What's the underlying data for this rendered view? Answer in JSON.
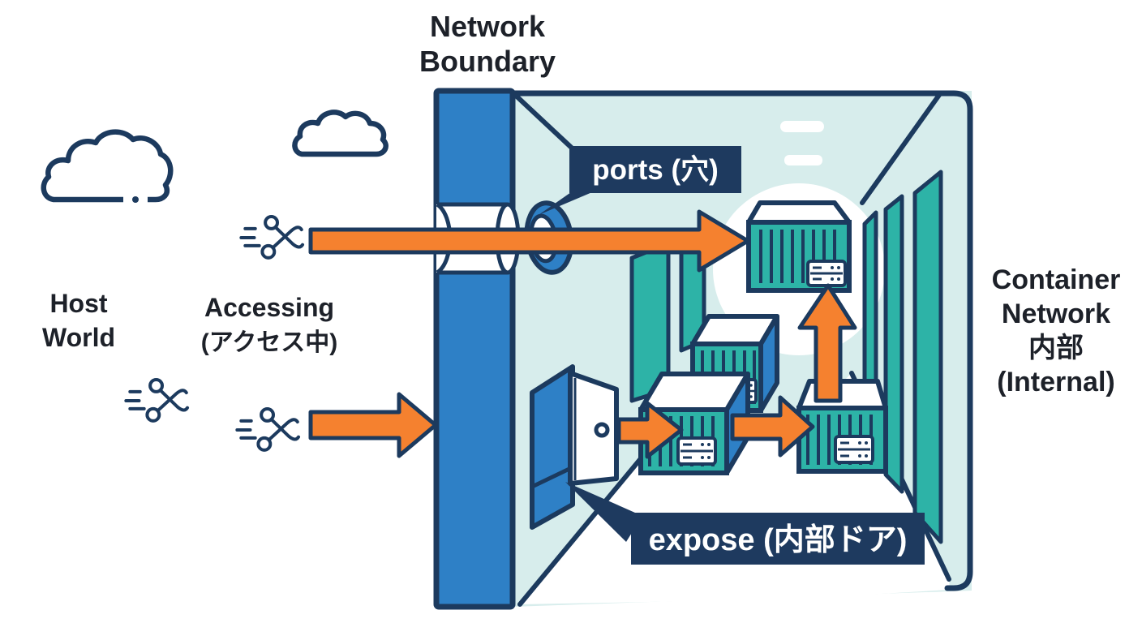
{
  "colors": {
    "outline_navy": "#1c3a5e",
    "wall_blue": "#2e80c6",
    "container_teal": "#2db3a7",
    "room_cyan": "#d7edec",
    "arrow_orange": "#f5812f",
    "badge_navy": "#1e3a5f",
    "text_dark": "#1d2129",
    "background": "#ffffff"
  },
  "labels": {
    "network_boundary": {
      "lines": [
        "Network",
        "Boundary"
      ]
    },
    "host_world": {
      "lines": [
        "Host",
        "World"
      ]
    },
    "accessing": {
      "lines": [
        "Accessing",
        "(アクセス中)"
      ]
    },
    "container_network": {
      "lines": [
        "Container",
        "Network",
        "内部",
        "(Internal)"
      ]
    }
  },
  "badges": {
    "ports": {
      "label": "ports (穴)"
    },
    "expose": {
      "label": "expose (内部ドア)"
    }
  },
  "icon_names": [
    "cloud-icon",
    "packet-icon",
    "port-ring-icon",
    "door-icon",
    "container-icon",
    "arrow-icon",
    "server-rack-icon",
    "ceiling-light-icon"
  ]
}
